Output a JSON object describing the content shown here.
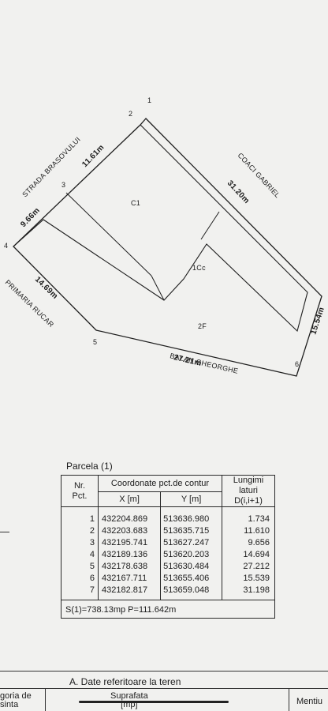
{
  "plan": {
    "points": [
      "1",
      "2",
      "3",
      "4",
      "5",
      "6"
    ],
    "streets": {
      "north_west": "STRADA BRASOVULUI",
      "north_east": "COACI GABRIEL",
      "west": "PRIMARIA RUCAR",
      "south": "BALAN GHEORGHE"
    },
    "dimensions": {
      "d23": "11.61m",
      "d34": "9.66m",
      "d45": "14.69m",
      "d56": "27.21m",
      "d61": "15.54m",
      "d71": "31.20m"
    },
    "buildings": [
      "C1",
      "1Cc",
      "2F"
    ]
  },
  "parcel": {
    "title": "Parcela (1)",
    "headers": {
      "nr": "Nr.",
      "pct": "Pct.",
      "coords": "Coordonate pct.de contur",
      "x": "X [m]",
      "y": "Y [m]",
      "len1": "Lungimi",
      "len2": "laturi",
      "len3": "D(i,i+1)"
    },
    "rows": [
      {
        "nr": "1",
        "x": "432204.869",
        "y": "513636.980",
        "d": "1.734"
      },
      {
        "nr": "2",
        "x": "432203.683",
        "y": "513635.715",
        "d": "11.610"
      },
      {
        "nr": "3",
        "x": "432195.741",
        "y": "513627.247",
        "d": "9.656"
      },
      {
        "nr": "4",
        "x": "432189.136",
        "y": "513620.203",
        "d": "14.694"
      },
      {
        "nr": "5",
        "x": "432178.638",
        "y": "513630.484",
        "d": "27.212"
      },
      {
        "nr": "6",
        "x": "432167.711",
        "y": "513655.406",
        "d": "15.539"
      },
      {
        "nr": "7",
        "x": "432182.817",
        "y": "513659.048",
        "d": "31.198"
      }
    ],
    "summary": "S(1)=738.13mp  P=111.642m"
  },
  "section_a": {
    "title": "A. Date referitoare la teren",
    "col_category_line1": "goria de",
    "col_category_line2": "sinta",
    "col_area_line1": "Suprafata",
    "col_area_line2": "[mp]",
    "col_mentions": "Mentiu"
  }
}
